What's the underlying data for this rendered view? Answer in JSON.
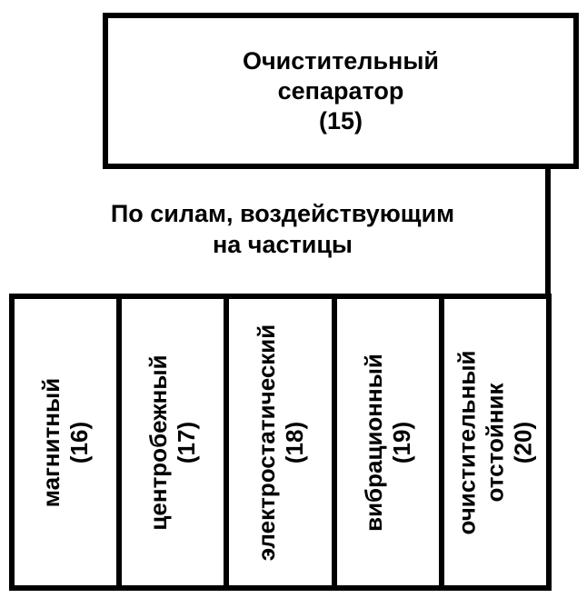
{
  "diagram": {
    "root_box": {
      "line1": "Очистительный",
      "line2": "сепаратор",
      "number": "(15)"
    },
    "branch_label": {
      "line1": "По силам, воздействующим",
      "line2": "на частицы"
    },
    "categories": [
      {
        "name": "магнитный",
        "number": "(16)"
      },
      {
        "name": "центробежный",
        "number": "(17)"
      },
      {
        "name": "электростатический",
        "number": "(18)"
      },
      {
        "name": "вибрационный",
        "number": "(19)"
      },
      {
        "name": "очистительный",
        "name2": "отстойник",
        "number": "(20)"
      }
    ],
    "colors": {
      "ink": "#000000",
      "paper": "#ffffff"
    }
  }
}
